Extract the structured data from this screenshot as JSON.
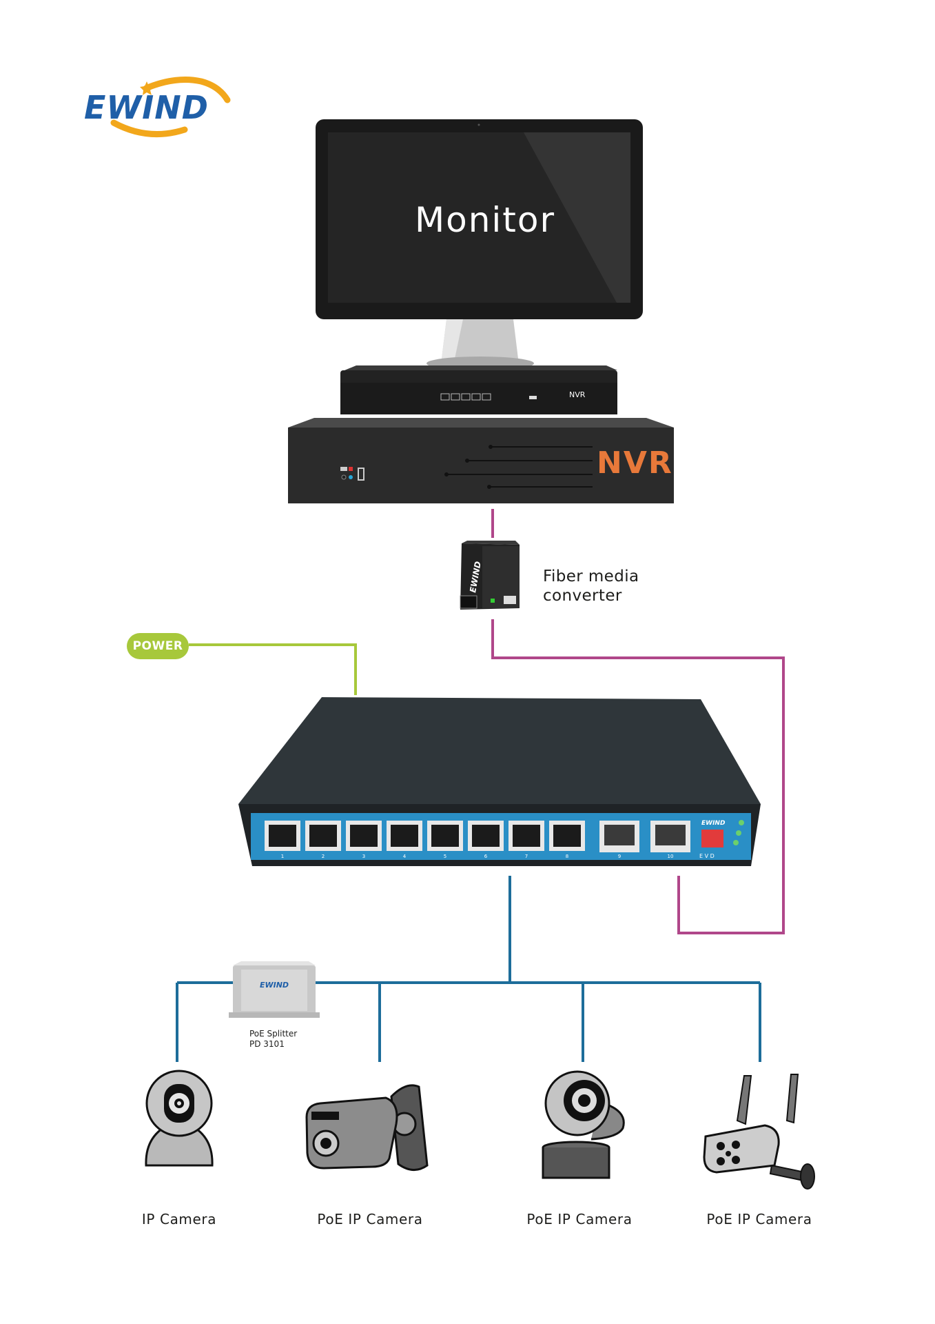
{
  "logo": {
    "text": "EWIND"
  },
  "monitor": {
    "label": "Monitor"
  },
  "nvr": {
    "front_label": "NVR",
    "top_label": "NVR"
  },
  "fiber_converter": {
    "label": "Fiber media\nconverter",
    "brand": "EWIND"
  },
  "power": {
    "label": "POWER"
  },
  "splitter": {
    "label": "PoE Splitter\nPD 3101",
    "brand": "EWIND"
  },
  "switch": {
    "brand": "EWIND",
    "port_numbers": [
      "1",
      "2",
      "3",
      "4",
      "5",
      "6",
      "7",
      "8",
      "9",
      "10"
    ],
    "dip_label": "E V D"
  },
  "cameras": [
    {
      "label": "IP Camera"
    },
    {
      "label": "PoE IP Camera"
    },
    {
      "label": "PoE IP Camera"
    },
    {
      "label": "PoE IP Camera"
    }
  ],
  "colors": {
    "power_line": "#a7c83b",
    "fiber_line": "#b0478a",
    "ethernet_line": "#1d6d9a",
    "nvr_accent": "#e8793a",
    "logo_blue": "#1f5fa8",
    "logo_orange": "#f2a71b",
    "switch_blue": "#2a8fc6"
  }
}
